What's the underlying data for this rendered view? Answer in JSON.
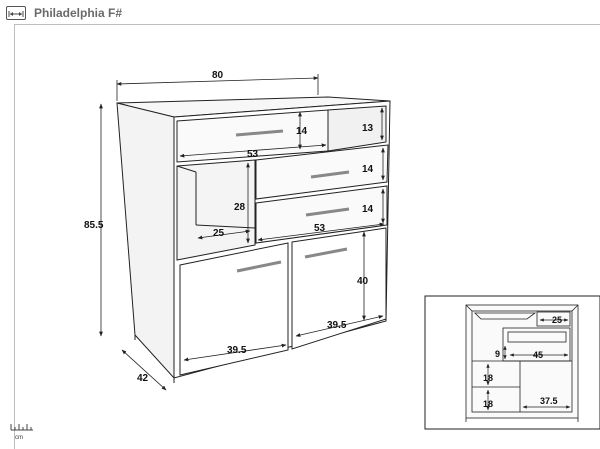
{
  "header": {
    "title": "Philadelphia F#",
    "logo_icon": "width-arrows-icon"
  },
  "scale": {
    "unit": "cm",
    "icon": "ruler-icon"
  },
  "main_view": {
    "width": "80",
    "height": "85.5",
    "depth": "42",
    "top_drawer_height": "14",
    "top_drawer_width": "53",
    "open_shelf_height": "13",
    "mid_drawer_1_height": "14",
    "mid_drawer_2_height": "14",
    "mid_drawer_width": "53",
    "open_compartment_height": "28",
    "open_compartment_width": "25",
    "door_compartment_height": "40",
    "left_door_width": "39.5",
    "right_door_width": "39.5"
  },
  "inset_view": {
    "shelf_width": "25",
    "drawer_inner_height": "9",
    "drawer_inner_width": "45",
    "lower_shelf_height_1": "18",
    "lower_shelf_height_2": "18",
    "lower_compartment_width": "37.5"
  }
}
